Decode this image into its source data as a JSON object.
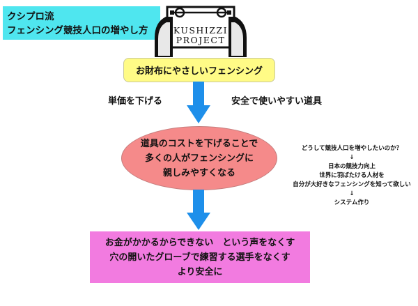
{
  "colors": {
    "title_bg": "#4fe6ef",
    "yellow_box_bg": "#fffb86",
    "ellipse_bg": "#f58a8a",
    "pink_box_bg": "#f27be0",
    "arrow": "#1e8fea"
  },
  "title": {
    "line1": "クシプロ流",
    "line2": "フェンシング競技人口の増やし方"
  },
  "logo": {
    "line1": "KUSHIZZI",
    "line2": "PROJECT"
  },
  "yellow_box": {
    "text": "お財布にやさしいフェンシング"
  },
  "side_labels": {
    "left": "単価を下げる",
    "right": "安全で使いやすい道具"
  },
  "ellipse": {
    "lines": [
      "道具のコストを下げることで",
      "多くの人がフェンシングに",
      "親しみやすくなる"
    ]
  },
  "notes": {
    "lines": [
      "どうして競技人口を増やしたいのか？",
      "↓",
      "日本の競技力向上",
      "世界に羽ばたける人材を",
      "自分が大好きなフェンシングを知って欲しい",
      "↓",
      "システム作り"
    ]
  },
  "pink_box": {
    "lines": [
      "お金がかかるからできない　という声をなくす",
      "穴の開いたグローブで練習する選手をなくす",
      "より安全に"
    ]
  },
  "icons": {
    "logo_figures": "fencer-masks-icon",
    "logo_swords": "crossed-foils-icon",
    "flow_arrow": "down-arrow-icon"
  }
}
